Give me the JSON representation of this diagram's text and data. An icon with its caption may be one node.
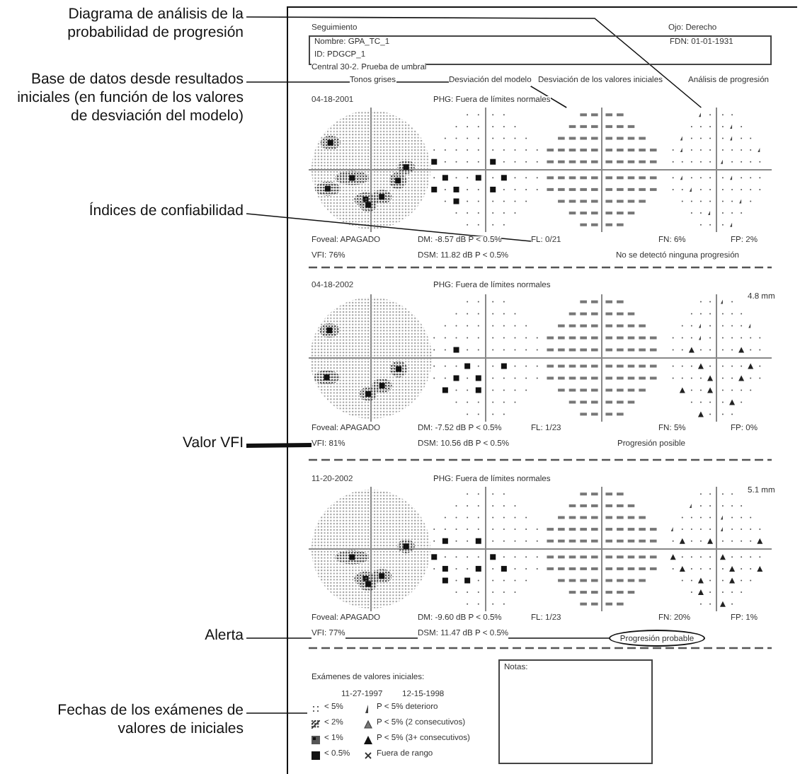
{
  "diagram": {
    "nodes": [
      {
        "text": [
          "Diagrama de análisis de la probabilidad de progresión"
        ]
      },
      {
        "text": [
          "Base de datos desde resultados iniciales (en función de los valores de desviación del modelo)"
        ]
      },
      {
        "text": [
          "Índices de confiabilidad"
        ]
      },
      {
        "text": [
          "Valor VFI"
        ]
      },
      {
        "text": [
          "Alerta"
        ]
      },
      {
        "text": [
          "Fechas de los exámenes de valores de iniciales"
        ]
      },
      {
        "text": [
          "Nombre: GPA_TC_1",
          "FDN: 01-01-1931",
          "ID: PDGCP_1"
        ]
      },
      {
        "text": [],
        "shape": "picture"
      },
      {
        "text": [],
        "shape": "picture"
      },
      {
        "text": [
          "FL: 0/21"
        ]
      },
      {
        "text": [
          "VFI: 81%"
        ]
      },
      {
        "text": [
          "Progresión probable"
        ]
      },
      {
        "text": [
          "Notas:"
        ]
      }
    ],
    "edges": [
      {
        "from": 0,
        "to": 8,
        "arrow": "none"
      },
      {
        "from": 1,
        "to": 7,
        "arrow": "none"
      },
      {
        "from": 2,
        "to": 9,
        "arrow": "none"
      },
      {
        "from": 3,
        "to": 10,
        "arrow": "none",
        "style": "thick"
      },
      {
        "from": 4,
        "to": 11,
        "arrow": "none"
      },
      {
        "from": 5,
        "to": null,
        "arrow": "none"
      }
    ],
    "labels": [
      "Seguimiento",
      "Ojo: Derecho",
      "Central 30-2. Prueba de umbral",
      "Tonos grises",
      "Desviación del modelo",
      "Desviación de los valores iniciales",
      "Análisis de progresión",
      "04-18-2001",
      "PHG: Fuera de límites normales",
      "Foveal: APAGADO",
      "DM: -8.57 dB P < 0.5%",
      "FN: 6%",
      "FP: 2%",
      "VFI: 76%",
      "DSM: 11.82 dB P < 0.5%",
      "No se detectó ninguna progresión",
      "04-18-2002",
      "PHG: Fuera de límites normales",
      "4.8 mm",
      "Foveal: APAGADO",
      "DM: -7.52 dB P < 0.5%",
      "FL: 1/23",
      "FN: 5%",
      "FP: 0%",
      "DSM: 10.56 dB P < 0.5%",
      "Progresión posible",
      "11-20-2002",
      "PHG: Fuera de límites normales",
      "5.1 mm",
      "Foveal: APAGADO",
      "DM: -9.60 dB P < 0.5%",
      "FL: 1/23",
      "FN: 20%",
      "FP: 1%",
      "VFI: 77%",
      "DSM: 11.47 dB P < 0.5%",
      "Exámenes de valores iniciales:",
      "11-27-1997",
      "12-15-1998"
    ],
    "legend": [
      {
        "text": "< 5%"
      },
      {
        "text": "P < 5% deterioro"
      },
      {
        "text": "< 2%"
      },
      {
        "text": "P < 5% (2 consecutivos)"
      },
      {
        "text": "< 1%"
      },
      {
        "text": "P < 5% (3+ consecutivos)"
      },
      {
        "text": "< 0.5%"
      },
      {
        "text": "Fuera de rango"
      }
    ]
  }
}
